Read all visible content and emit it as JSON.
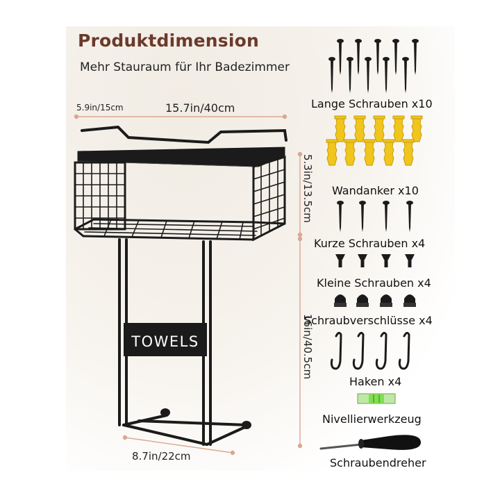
{
  "header": {
    "title": "Produktdimension",
    "subtitle": "Mehr Stauraum für Ihr Badezimmer"
  },
  "dimensions": {
    "depth": "5.9in/15cm",
    "width": "15.7in/40cm",
    "basket_height": "5.3in/13.5cm",
    "frame_height": "16in/40.5cm",
    "bottom_width": "8.7in/22cm"
  },
  "product": {
    "plate_text": "TOWELS"
  },
  "parts": [
    {
      "label": "Lange Schrauben x10",
      "icon": "long-screw-icon"
    },
    {
      "label": "Wandanker x10",
      "icon": "wall-anchor-icon"
    },
    {
      "label": "Kurze Schrauben x4",
      "icon": "short-screw-icon"
    },
    {
      "label": "Kleine Schrauben x4",
      "icon": "small-screw-icon"
    },
    {
      "label": "Schraubverschlüsse x4",
      "icon": "screw-cap-icon"
    },
    {
      "label": "Haken x4",
      "icon": "hook-icon"
    },
    {
      "label": "Nivellierwerkzeug",
      "icon": "spirit-level-icon"
    },
    {
      "label": "Schraubendreher",
      "icon": "screwdriver-icon"
    }
  ],
  "colors": {
    "title": "#6b3a2a",
    "metal": "#1b1b1b",
    "anchor": "#f0c61c",
    "dimension_line": "#d9a890",
    "level_liquid": "#7ee04a"
  }
}
